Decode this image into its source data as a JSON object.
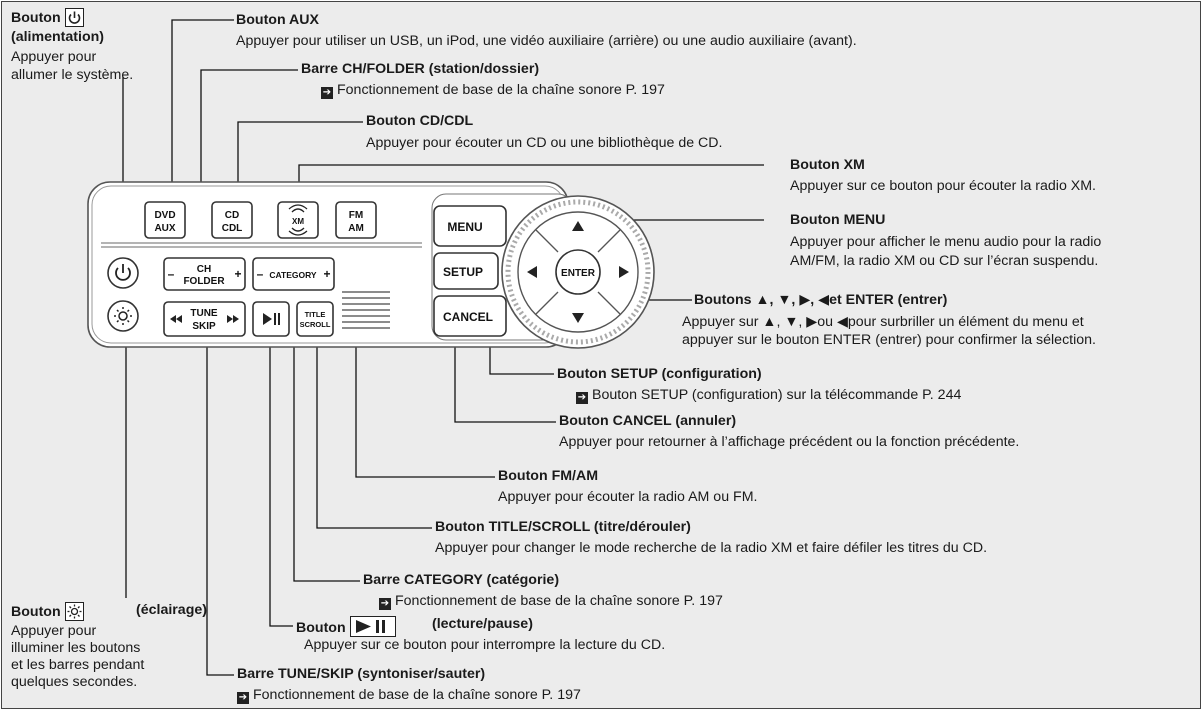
{
  "callouts": {
    "power": {
      "title": "Bouton",
      "sub": "(alimentation)",
      "desc": [
        "Appuyer pour",
        "allumer le système."
      ]
    },
    "aux": {
      "title": "Bouton AUX",
      "desc": "Appuyer pour utiliser un USB, un iPod, une vidéo auxiliaire (arrière) ou une audio auxiliaire (avant)."
    },
    "ch_folder": {
      "title": "Barre CH/FOLDER (station/dossier)",
      "ref": "Fonctionnement de base de la chaîne sonore P. 197"
    },
    "cd": {
      "title": "Bouton CD/CDL",
      "desc": "Appuyer pour écouter un CD ou une bibliothèque de CD."
    },
    "xm": {
      "title": "Bouton XM",
      "desc": "Appuyer sur ce bouton pour écouter la radio XM."
    },
    "menu": {
      "title": "Bouton MENU",
      "desc": [
        "Appuyer pour afficher le menu audio pour la radio",
        "AM/FM, la radio XM ou CD sur l’écran suspendu."
      ]
    },
    "arrows": {
      "title_a": "Boutons ▲, ▼, ",
      "title_b": ", ",
      "title_c": "et ENTER (entrer)",
      "desc1_a": "Appuyer sur ▲, ▼, ",
      "desc1_b": "ou ",
      "desc1_c": "pour surbriller un élément du menu et",
      "desc2": "appuyer sur le bouton ENTER (entrer) pour confirmer la sélection."
    },
    "setup": {
      "title": "Bouton SETUP (configuration)",
      "ref": "Bouton SETUP (configuration) sur la télécommande P. 244"
    },
    "cancel": {
      "title": "Bouton CANCEL (annuler)",
      "desc": "Appuyer pour retourner à l’affichage précédent ou la fonction précédente."
    },
    "fmam": {
      "title": "Bouton FM/AM",
      "desc": "Appuyer pour écouter la radio AM ou FM."
    },
    "title_scroll": {
      "title": "Bouton TITLE/SCROLL (titre/dérouler)",
      "desc": "Appuyer pour changer le mode recherche de la radio XM et faire défiler les titres du CD."
    },
    "category": {
      "title": "Barre CATEGORY (catégorie)",
      "ref": "Fonctionnement de base de la chaîne sonore P. 197"
    },
    "play": {
      "title": "Bouton",
      "sub": "(lecture/pause)",
      "desc": "Appuyer sur ce bouton pour interrompre la lecture du CD."
    },
    "light": {
      "title": "Bouton",
      "sub": "(éclairage)",
      "desc": [
        "Appuyer pour",
        "illuminer les boutons",
        "et les barres pendant",
        "quelques secondes."
      ]
    },
    "tune": {
      "title": "Barre TUNE/SKIP (syntoniser/sauter)",
      "ref": "Fonctionnement de base de la chaîne sonore P. 197"
    }
  },
  "panel": {
    "btn_dvd": [
      "DVD",
      "AUX"
    ],
    "btn_cd": [
      "CD",
      "CDL"
    ],
    "btn_xm": "XM",
    "btn_fm": [
      "FM",
      "AM"
    ],
    "btn_ch": [
      "CH",
      "FOLDER"
    ],
    "btn_category": "CATEGORY",
    "btn_tune": [
      "TUNE",
      "SKIP"
    ],
    "btn_title": [
      "TITLE",
      "SCROLL"
    ],
    "btn_menu": "MENU",
    "btn_setup": "SETUP",
    "btn_cancel": "CANCEL",
    "btn_enter": "ENTER",
    "minus": "–",
    "plus": "+"
  },
  "colors": {
    "background": "#ececec",
    "line": "#111111",
    "panel": "#ffffff"
  }
}
